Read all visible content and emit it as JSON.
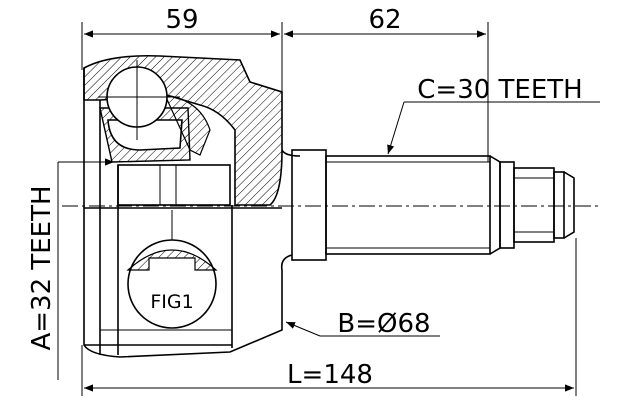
{
  "dimensions": {
    "top_left": "59",
    "top_right": "62",
    "spline_c": "C=30 TEETH",
    "spline_a": "A=32 TEETH",
    "diameter_b": "B=Ø68",
    "length_l": "L=148"
  },
  "figure_label": "FIG1"
}
